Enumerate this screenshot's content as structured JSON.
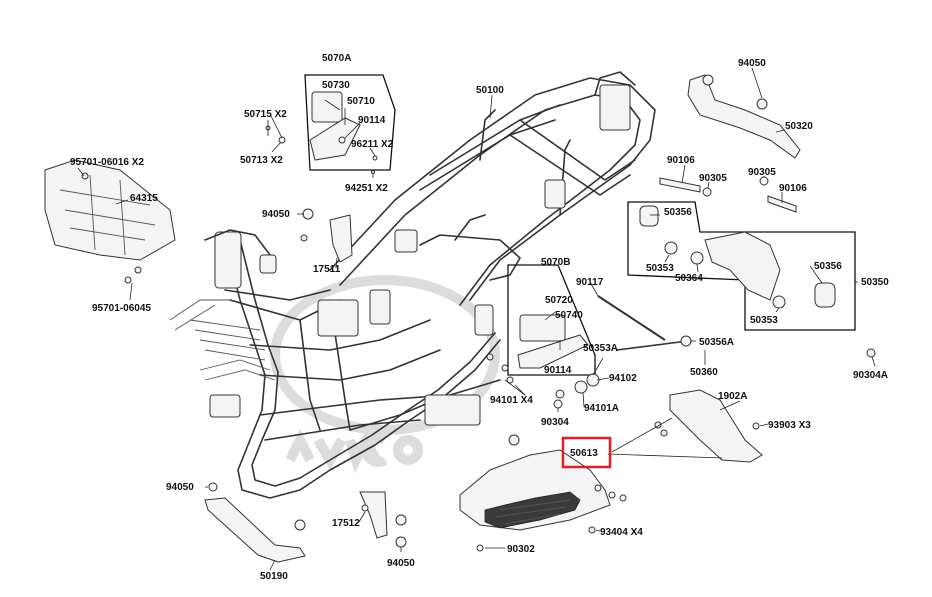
{
  "diagram": {
    "highlight_color": "#e31e24",
    "watermark": "KYMCO",
    "parts": [
      {
        "id": "50070A",
        "label": "5070A"
      },
      {
        "id": "50730",
        "label": "50730"
      },
      {
        "id": "50710",
        "label": "50710"
      },
      {
        "id": "90114a",
        "label": "90114"
      },
      {
        "id": "50715",
        "label": "50715 X2"
      },
      {
        "id": "50713",
        "label": "50713 X2"
      },
      {
        "id": "96211",
        "label": "96211 X2"
      },
      {
        "id": "94251",
        "label": "94251 X2"
      },
      {
        "id": "50100",
        "label": "50100"
      },
      {
        "id": "95701a",
        "label": "95701-06016 X2"
      },
      {
        "id": "64315",
        "label": "64315"
      },
      {
        "id": "95701b",
        "label": "95701-06045"
      },
      {
        "id": "94050a",
        "label": "94050"
      },
      {
        "id": "17511",
        "label": "17511"
      },
      {
        "id": "94050b",
        "label": "94050"
      },
      {
        "id": "50320",
        "label": "50320"
      },
      {
        "id": "90106a",
        "label": "90106"
      },
      {
        "id": "90305a",
        "label": "90305"
      },
      {
        "id": "90305b",
        "label": "90305"
      },
      {
        "id": "90106b",
        "label": "90106"
      },
      {
        "id": "50356a",
        "label": "50356"
      },
      {
        "id": "50353a",
        "label": "50353"
      },
      {
        "id": "50364",
        "label": "50364"
      },
      {
        "id": "50356b",
        "label": "50356"
      },
      {
        "id": "50353b",
        "label": "50353"
      },
      {
        "id": "50350",
        "label": "50350"
      },
      {
        "id": "5070B",
        "label": "5070B"
      },
      {
        "id": "90117",
        "label": "90117"
      },
      {
        "id": "50720",
        "label": "50720"
      },
      {
        "id": "50740",
        "label": "50740"
      },
      {
        "id": "90114b",
        "label": "90114"
      },
      {
        "id": "50353A",
        "label": "50353A"
      },
      {
        "id": "50356A",
        "label": "50356A"
      },
      {
        "id": "94102",
        "label": "94102"
      },
      {
        "id": "50360",
        "label": "50360"
      },
      {
        "id": "90304A",
        "label": "90304A"
      },
      {
        "id": "94101",
        "label": "94101 X4"
      },
      {
        "id": "94101A",
        "label": "94101A"
      },
      {
        "id": "90304",
        "label": "90304"
      },
      {
        "id": "1902A",
        "label": "1902A"
      },
      {
        "id": "93903",
        "label": "93903  X3"
      },
      {
        "id": "50613",
        "label": "50613"
      },
      {
        "id": "94050c",
        "label": "94050"
      },
      {
        "id": "17512",
        "label": "17512"
      },
      {
        "id": "93404",
        "label": "93404  X4"
      },
      {
        "id": "90302",
        "label": "90302"
      },
      {
        "id": "50190",
        "label": "50190"
      },
      {
        "id": "94050d",
        "label": "94050"
      }
    ]
  }
}
